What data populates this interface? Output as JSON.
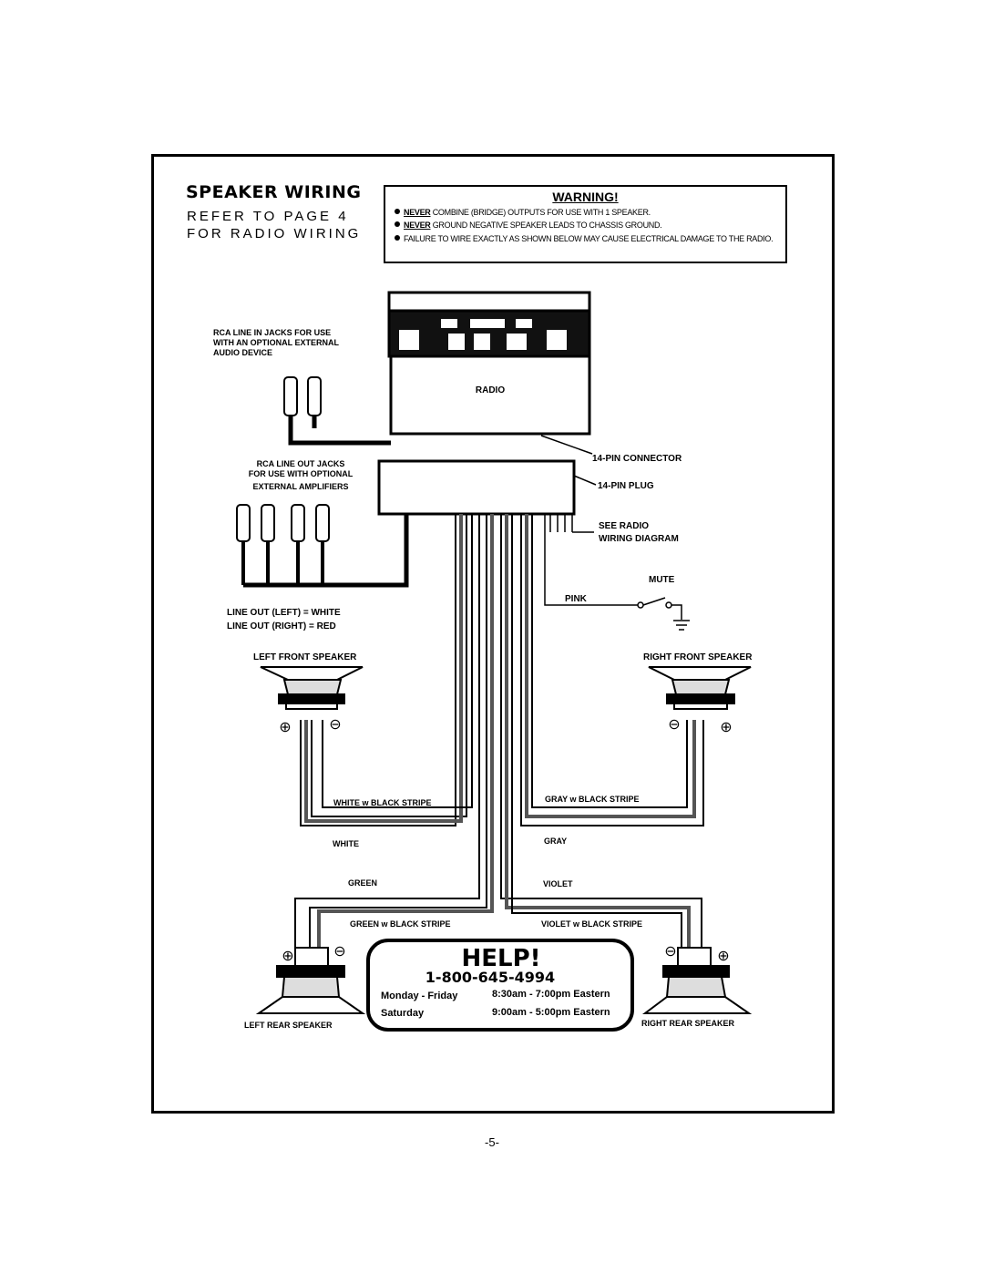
{
  "title": "SPEAKER WIRING",
  "refer_line1": "REFER TO PAGE 4",
  "refer_line2": "FOR RADIO WIRING",
  "warning": {
    "title": "WARNING!",
    "items": [
      {
        "never": "NEVER",
        "text": "COMBINE (BRIDGE) OUTPUTS FOR USE WITH 1 SPEAKER."
      },
      {
        "never": "NEVER",
        "text": "GROUND NEGATIVE SPEAKER LEADS TO CHASSIS GROUND."
      },
      {
        "never": "",
        "text": "FAILURE TO WIRE EXACTLY AS SHOWN BELOW MAY CAUSE ELECTRICAL DAMAGE TO THE RADIO."
      }
    ]
  },
  "labels": {
    "rca_in_1": "RCA LINE IN JACKS  FOR USE",
    "rca_in_2": "WITH AN OPTIONAL EXTERNAL",
    "rca_in_3": "AUDIO DEVICE",
    "radio": "RADIO",
    "connector": "14-PIN CONNECTOR",
    "plug": "14-PIN PLUG",
    "rca_out_1": "RCA LINE OUT JACKS",
    "rca_out_2": "FOR USE WITH OPTIONAL",
    "rca_out_3": "EXTERNAL AMPLIFIERS",
    "see_radio_1": "SEE RADIO",
    "see_radio_2": "WIRING DIAGRAM",
    "mute": "MUTE",
    "pink": "PINK",
    "line_out_left": "LINE OUT (LEFT) = WHITE",
    "line_out_right": "LINE OUT (RIGHT) = RED",
    "left_front": "LEFT FRONT SPEAKER",
    "right_front": "RIGHT FRONT SPEAKER",
    "white_stripe": "WHITE w BLACK STRIPE",
    "gray_stripe": "GRAY w BLACK STRIPE",
    "white": "WHITE",
    "gray": "GRAY",
    "green": "GREEN",
    "violet": "VIOLET",
    "green_stripe": "GREEN w BLACK STRIPE",
    "violet_stripe": "VIOLET w BLACK STRIPE",
    "left_rear": "LEFT REAR SPEAKER",
    "right_rear": "RIGHT REAR SPEAKER",
    "plus": "⊕",
    "minus": "⊖"
  },
  "help": {
    "title": "HELP!",
    "phone": "1-800-645-4994",
    "rows": [
      {
        "day": "Monday - Friday",
        "hours": "8:30am - 7:00pm Eastern"
      },
      {
        "day": "Saturday",
        "hours": "9:00am - 5:00pm Eastern"
      }
    ]
  },
  "page_number": "-5-"
}
